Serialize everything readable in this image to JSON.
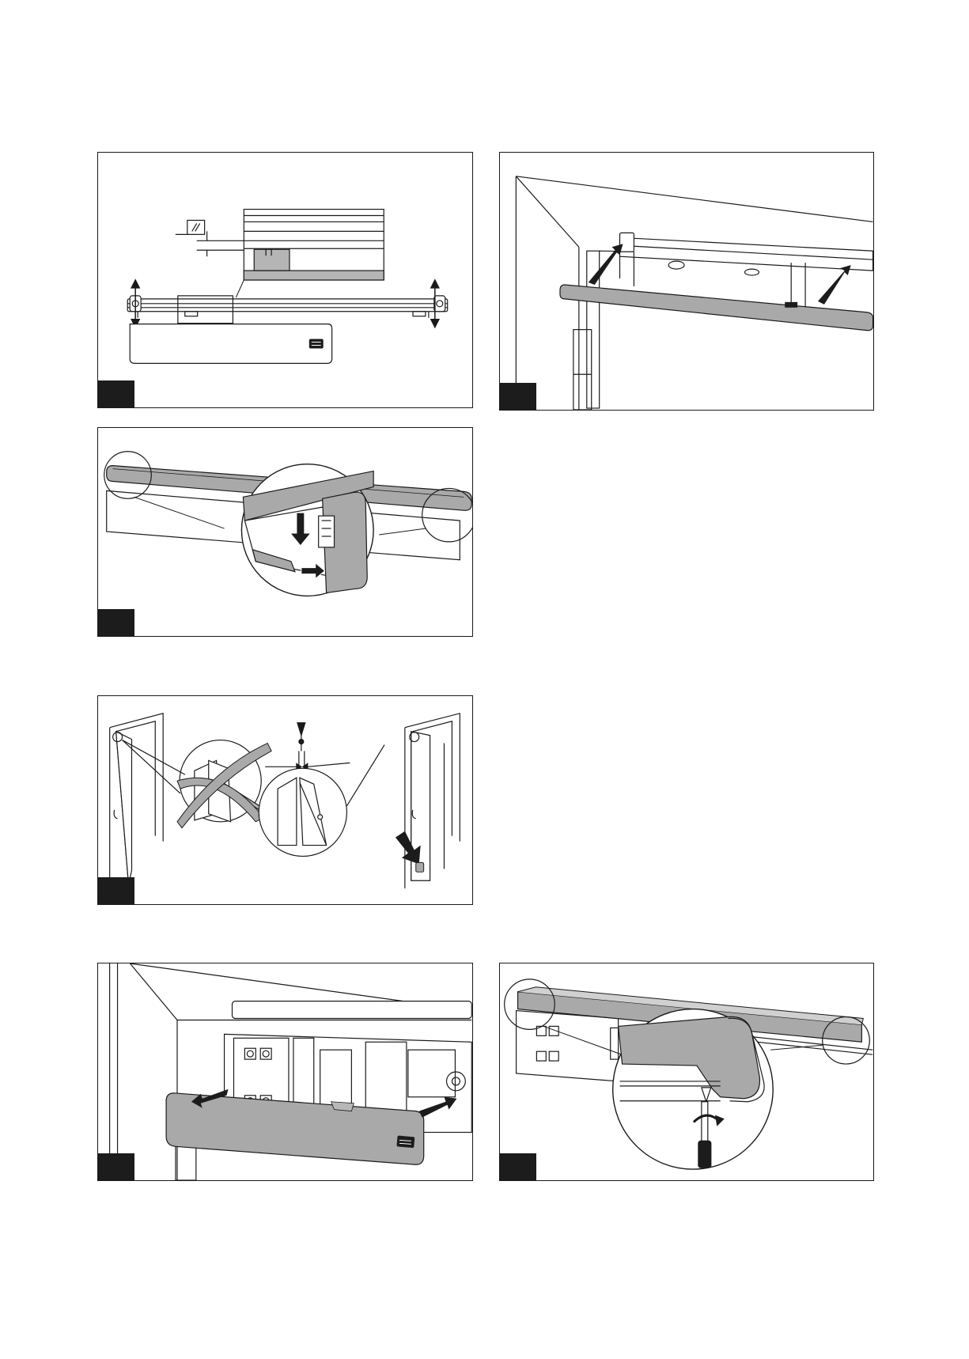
{
  "page": {
    "background": "#ffffff",
    "line_color": "#1a1a1a",
    "cover_color": "#a9a9a9",
    "dark_color": "#1c1c1c"
  },
  "figures": [
    {
      "id": "fig-1",
      "subject": "closer-body-level-check"
    },
    {
      "id": "fig-2",
      "subject": "mounting-plate-on-frame"
    },
    {
      "id": "fig-3",
      "subject": "cover-clip-detail"
    },
    {
      "id": "fig-4",
      "subject": "door-gap-check"
    },
    {
      "id": "fig-5",
      "subject": "cover-removal"
    },
    {
      "id": "fig-6",
      "subject": "end-cap-screw-detail"
    }
  ],
  "icons": {
    "parallel": "parallelism-symbol-icon",
    "logo": "brand-logo-icon",
    "arrow": "direction-arrow-icon",
    "screwdriver": "screwdriver-icon"
  }
}
